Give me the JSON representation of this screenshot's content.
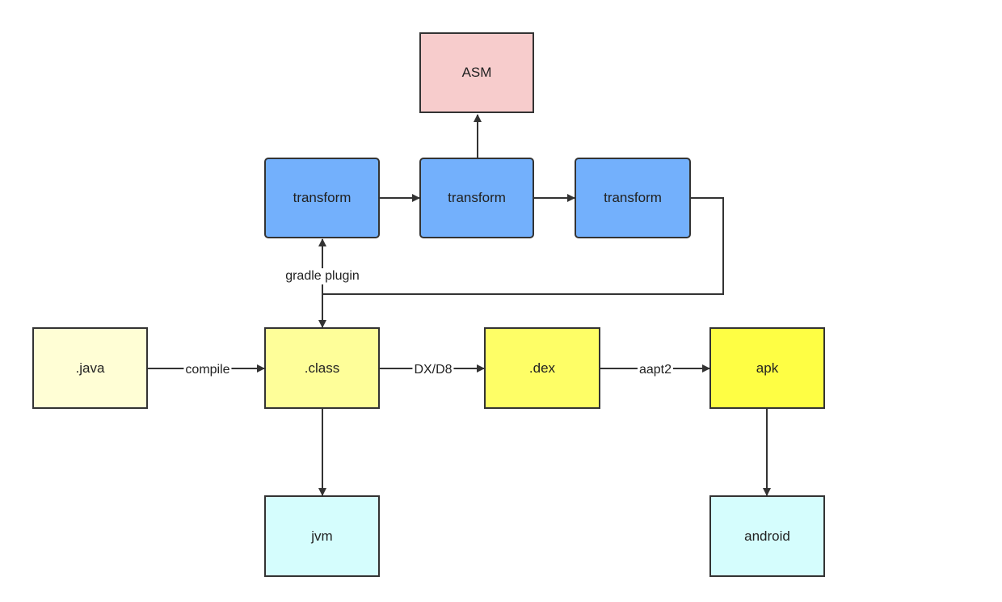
{
  "colors": {
    "pale_yellow": "#fffed5",
    "light_yellow": "#fefe99",
    "yellow": "#fefe66",
    "bright_yellow": "#fefe44",
    "blue": "#73b0fc",
    "pink": "#f7cccc",
    "cyan": "#d5fdfd",
    "line": "#333333"
  },
  "nodes": {
    "asm": "ASM",
    "transform_1": "transform",
    "transform_2": "transform",
    "transform_3": "transform",
    "java": ".java",
    "class": ".class",
    "dex": ".dex",
    "apk": "apk",
    "jvm": "jvm",
    "android": "android"
  },
  "edges": {
    "gradle_plugin": "gradle plugin",
    "compile": "compile",
    "dx_d8": "DX/D8",
    "aapt2": "aapt2"
  }
}
